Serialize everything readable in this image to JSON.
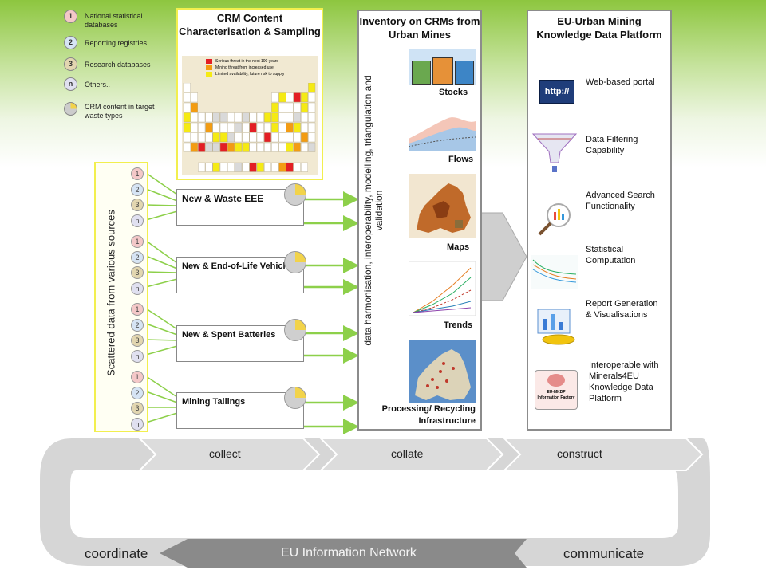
{
  "legend": [
    {
      "symbol": "1",
      "label": "National statistical databases",
      "color": "#f4c8c8"
    },
    {
      "symbol": "2",
      "label": "Reporting registries",
      "color": "#d6e4f4"
    },
    {
      "symbol": "3",
      "label": "Research databases",
      "color": "#e2d6b0"
    },
    {
      "symbol": "n",
      "label": "Others..",
      "color": "#e0e0f0"
    },
    {
      "symbol": "",
      "label": "CRM content in target waste types",
      "color": "#f2d34a"
    }
  ],
  "crm_panel": {
    "title": "CRM Content Characterisation & Sampling",
    "periodic_legend": [
      "Serious threat in the next 100 years",
      "Mining threat from increased use",
      "Limited availability, future risk to supply"
    ]
  },
  "scattered_label": "Scattered data from various sources",
  "source_symbols": [
    "1",
    "2",
    "3",
    "n"
  ],
  "categories": [
    {
      "label": "New & Waste EEE"
    },
    {
      "label": "New & End-of-Life Vehicles"
    },
    {
      "label": "New & Spent Batteries"
    },
    {
      "label": "Mining Tailings"
    }
  ],
  "harmonisation_label": "data harmonisation, interoperability, modelling, triangulation and validation",
  "inventory": {
    "title": "Inventory on CRMs from Urban Mines",
    "items": [
      "Stocks",
      "Flows",
      "Maps",
      "Trends",
      "Processing/ Recycling Infrastructure"
    ]
  },
  "platform": {
    "title": "EU-Urban Mining Knowledge Data Platform",
    "http_text": "http://",
    "minerals_text": "EU-MKDP Information Factory",
    "features": [
      "Web-based portal",
      "Data Filtering Capability",
      "Advanced Search Functionality",
      "Statistical Computation",
      "Report Generation & Visualisations",
      "Interoperable with Minerals4EU Knowledge Data Platform"
    ]
  },
  "cycle": {
    "top": [
      "collect",
      "collate",
      "construct"
    ],
    "left": "coordinate",
    "center": "EU Information Network",
    "right": "communicate"
  },
  "colors": {
    "accent_yellow": "#f2ef4e",
    "arrow_green": "#8dd04a",
    "panel_border": "#8c8c8c",
    "cycle_gray": "#d6d6d6",
    "bottom_dark": "#888888"
  }
}
